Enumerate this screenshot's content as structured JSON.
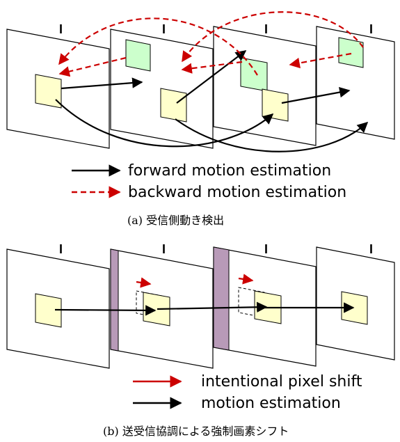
{
  "panel_a": {
    "frame_labels": [
      "I",
      "I",
      "I",
      "I"
    ],
    "legend": [
      {
        "style": "solid",
        "color": "#000000",
        "label": "forward motion estimation"
      },
      {
        "style": "dashed",
        "color": "#cc0000",
        "label": "backward motion estimation"
      }
    ],
    "caption": "(a) 受信側動き検出"
  },
  "panel_b": {
    "frame_labels": [
      "I",
      "I",
      "I",
      "I"
    ],
    "legend": [
      {
        "style": "solid",
        "color": "#cc0000",
        "label": "intentional pixel shift"
      },
      {
        "style": "solid",
        "color": "#000000",
        "label": "motion estimation"
      }
    ],
    "caption": "(b) 送受信協調による強制画素シフト"
  },
  "colors": {
    "block_yellow": "#ffffcc",
    "block_green": "#ccffcc",
    "shift_band": "#b89ab8",
    "forward_arrow": "#000000",
    "backward_arrow": "#cc0000"
  }
}
